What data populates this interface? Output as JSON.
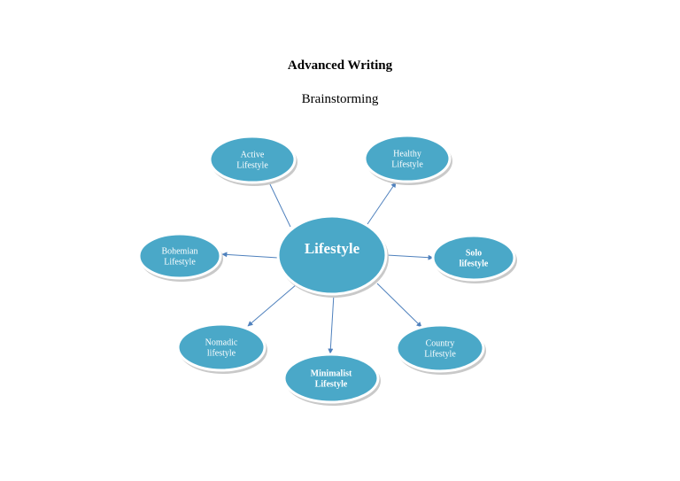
{
  "document": {
    "title": "Advanced Writing",
    "subtitle": "Brainstorming"
  },
  "diagram": {
    "center": {
      "label": "Lifestyle"
    },
    "nodes": [
      {
        "id": "active",
        "lines": [
          "Active",
          "Lifestyle"
        ],
        "bold": false
      },
      {
        "id": "healthy",
        "lines": [
          "Healthy",
          "Lifestyle"
        ],
        "bold": false
      },
      {
        "id": "bohemian",
        "lines": [
          "Bohemian",
          "Lifestyle"
        ],
        "bold": false
      },
      {
        "id": "solo",
        "lines": [
          "Solo",
          "lifestyle"
        ],
        "bold": true
      },
      {
        "id": "nomadic",
        "lines": [
          "Nomadic",
          "lifestyle"
        ],
        "bold": false
      },
      {
        "id": "minimalist",
        "lines": [
          "Minimalist",
          "Lifestyle"
        ],
        "bold": true
      },
      {
        "id": "country",
        "lines": [
          "Country",
          "Lifestyle"
        ],
        "bold": false
      }
    ],
    "colors": {
      "node_fill": "#4aa8c8",
      "node_outline": "#ffffff",
      "shadow": "#c9c9c9",
      "connector": "#4f81bd"
    }
  }
}
